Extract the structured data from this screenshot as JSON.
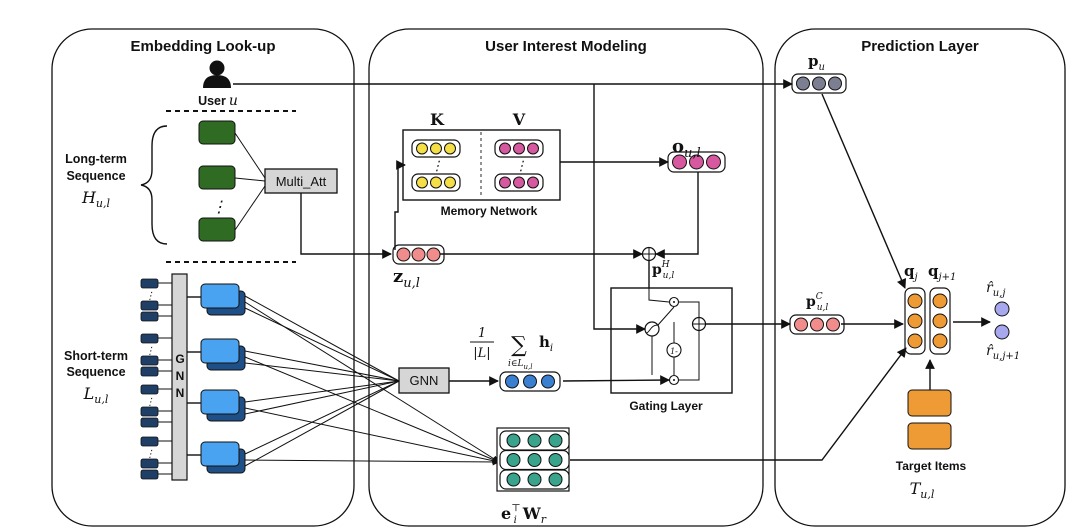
{
  "panels": {
    "embedding": "Embedding Look-up",
    "interest": "User Interest Modeling",
    "prediction": "Prediction Layer"
  },
  "labels": {
    "user": "User",
    "user_var": "u",
    "long_term_1": "Long-term",
    "long_term_2": "Sequence",
    "long_term_var": "H",
    "long_term_sub": "u,l",
    "short_term_1": "Short-term",
    "short_term_2": "Sequence",
    "short_term_var": "L",
    "short_term_sub": "u,l",
    "multi_att": "Multi_Att",
    "gnn_box": "GNN",
    "gnn_vertical": [
      "G",
      "N",
      "N"
    ],
    "memory_network": "Memory Network",
    "mem_k": "K",
    "mem_v": "V",
    "gating_layer": "Gating Layer",
    "gate_minus": "1-",
    "target_items": "Target Items",
    "target_var": "T",
    "target_sub": "u,l",
    "z": "z",
    "z_sub": "u,l",
    "o": "o",
    "o_sub": "u,l",
    "p_u": "p",
    "p_u_sub": "u",
    "p_h": "p",
    "p_h_sup": "H",
    "p_h_sub": "u,l",
    "p_c": "p",
    "p_c_sup": "C",
    "p_c_sub": "u,l",
    "q_j": "q",
    "q_j_sub": "j",
    "q_j1": "q",
    "q_j1_sub": "j+1",
    "r_j": "r̂",
    "r_j_sub": "u,j",
    "r_j1": "r̂",
    "r_j1_sub": "u,j+1",
    "frac_num": "1",
    "frac_den": "|L|",
    "sum": "∑",
    "sum_h": "h",
    "sum_h_sub": "i",
    "sum_idx": "i∈L",
    "sum_idx_sub": "u,l",
    "ew_e": "e",
    "ew_sup": "⊤",
    "ew_sub": "i",
    "ew_w": "W",
    "ew_w_sub": "r",
    "vdots": "⋮"
  },
  "colors": {
    "long_seq": "#2f6b22",
    "short_front": "#4aa3f0",
    "short_back": "#1e4f86",
    "short_item": "#1f3f66",
    "gray_box": "#d6d6d6",
    "pink_light": "#f08c8c",
    "pink_dark": "#d6589f",
    "yellow": "#f4e046",
    "blue_dot": "#3b7fd1",
    "teal": "#3aa38c",
    "gray_dot": "#7c7f91",
    "orange": "#ee9a35",
    "lavender": "#a8a8ee"
  }
}
